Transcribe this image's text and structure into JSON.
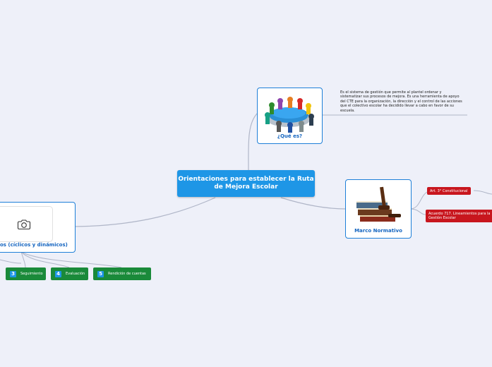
{
  "central_topic": "Orientaciones para establecer la Ruta de Mejora Escolar",
  "que_es": {
    "label": "¿Qué es?",
    "description": "Es el sistema de gestión que permite al plantel ordenar y sistematizar sus procesos de mejora. Es una herramienta de apoyo del CTE para la organización, la dirección y el control de las acciones que el colectivo escolar ha decidido llevar a cabo en favor de su escuela."
  },
  "marco_normativo": {
    "label": "Marco Normativo",
    "items": [
      "Art. 3° Constitucional",
      "Acuerdo 717. Lineamientos para la Gestión Escolar"
    ]
  },
  "procesos": {
    "label": "os (cíclicos y dinámicos)",
    "steps": [
      {
        "num": "3",
        "label": "Seguimiento"
      },
      {
        "num": "4",
        "label": "Evaluación"
      },
      {
        "num": "5",
        "label": "Rendición de cuentas"
      }
    ]
  },
  "colors": {
    "background": "#eef0f9",
    "central": "#1e96e6",
    "card_border": "#1e7fd8",
    "red": "#c8161e",
    "green": "#1a8a3a"
  }
}
